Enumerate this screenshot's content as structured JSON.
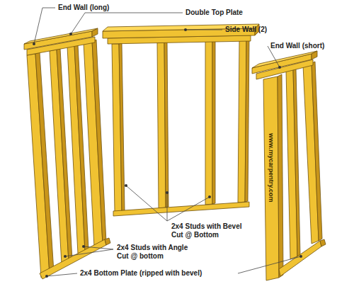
{
  "diagram": {
    "labels": [
      "End Wall (long)",
      "Double Top Plate",
      "Side Wall (2)",
      "End Wall (short)",
      "2x4 Studs with Bevel Cut @ Bottom",
      "2x4 Studs with Angle Cut @ bottom",
      "2x4 Bottom Plate (ripped with bevel)",
      "www.mycarpentry.com"
    ]
  }
}
